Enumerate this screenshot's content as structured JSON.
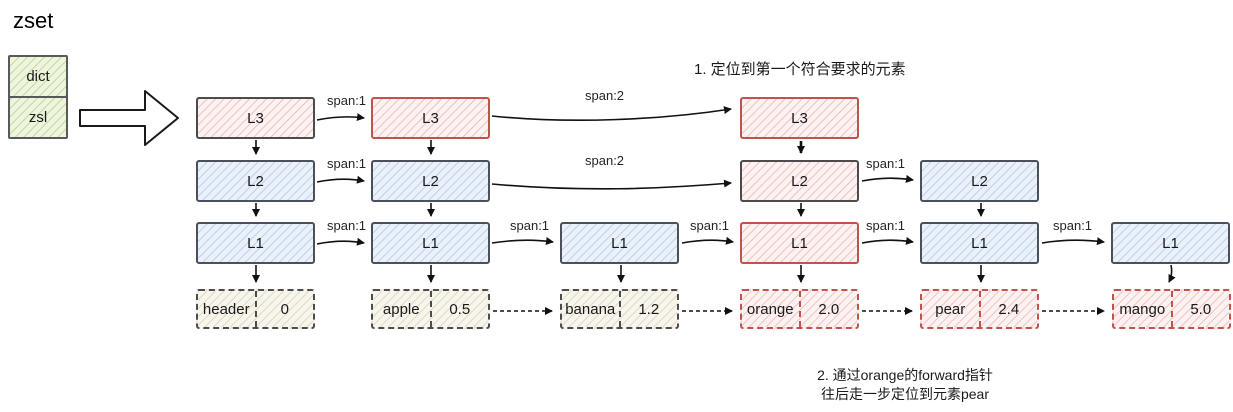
{
  "title": "zset",
  "legend": {
    "dict_label": "dict",
    "zsl_label": "zsl"
  },
  "annotations": {
    "step1": "1. 定位到第一个符合要求的元素",
    "step2_line1": "2. 通过orange的forward指针",
    "step2_line2": "往后走一步定位到元素pear"
  },
  "spans": {
    "l3_0": "span:1",
    "l3_1": "span:2",
    "l2_0": "span:1",
    "l2_1": "span:2",
    "l2_2": "span:1",
    "l1_0": "span:1",
    "l1_1": "span:1",
    "l1_2": "span:1",
    "l1_3": "span:1",
    "l1_4": "span:1"
  },
  "skiplist": {
    "l3": [
      {
        "label": "L3",
        "column": "header",
        "style": "pink-gray"
      },
      {
        "label": "L3",
        "column": "apple",
        "style": "pink-red"
      },
      {
        "label": "L3",
        "column": "orange",
        "style": "pink-red"
      }
    ],
    "l2": [
      {
        "label": "L2",
        "column": "header",
        "style": "blue"
      },
      {
        "label": "L2",
        "column": "apple",
        "style": "blue"
      },
      {
        "label": "L2",
        "column": "orange",
        "style": "pink-gray"
      },
      {
        "label": "L2",
        "column": "pear",
        "style": "blue"
      }
    ],
    "l1": [
      {
        "label": "L1",
        "column": "header",
        "style": "blue"
      },
      {
        "label": "L1",
        "column": "apple",
        "style": "blue"
      },
      {
        "label": "L1",
        "column": "banana",
        "style": "blue"
      },
      {
        "label": "L1",
        "column": "orange",
        "style": "pink-red"
      },
      {
        "label": "L1",
        "column": "pear",
        "style": "blue"
      },
      {
        "label": "L1",
        "column": "mango",
        "style": "blue"
      }
    ]
  },
  "elements": [
    {
      "name": "header",
      "score": "0",
      "style": "beige"
    },
    {
      "name": "apple",
      "score": "0.5",
      "style": "beige"
    },
    {
      "name": "banana",
      "score": "1.2",
      "style": "beige"
    },
    {
      "name": "orange",
      "score": "2.0",
      "style": "red"
    },
    {
      "name": "pear",
      "score": "2.4",
      "style": "red"
    },
    {
      "name": "mango",
      "score": "5.0",
      "style": "red"
    }
  ],
  "colors": {
    "highlight_red_border": "#bf544f",
    "pink_fill": "#fdf1f1",
    "blue_fill": "#eaf1fa",
    "beige_fill": "#f8f5ec",
    "green_fill": "#eef5df",
    "dark_border": "#4c4c4c",
    "arrow": "#111111"
  }
}
